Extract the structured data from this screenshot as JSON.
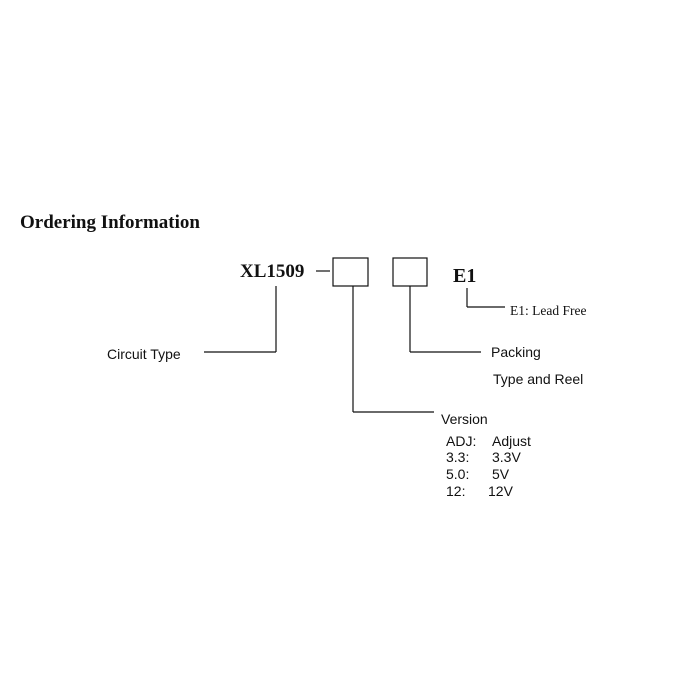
{
  "title": "Ordering Information",
  "part_number": "XL1509",
  "suffix": {
    "code": "E1",
    "description": "E1: Lead Free"
  },
  "circuit_type_label": "Circuit Type",
  "packing": {
    "line1": "Packing",
    "line2": "Type and Reel"
  },
  "version": {
    "label": "Version",
    "options": [
      {
        "code": "ADJ:",
        "value": "Adjust"
      },
      {
        "code": "3.3:",
        "value": "3.3V"
      },
      {
        "code": "5.0:",
        "value": "5V"
      },
      {
        "code": "12:",
        "value": "12V"
      }
    ]
  },
  "colors": {
    "line": "#111111",
    "text": "#111111",
    "background": "#ffffff"
  }
}
